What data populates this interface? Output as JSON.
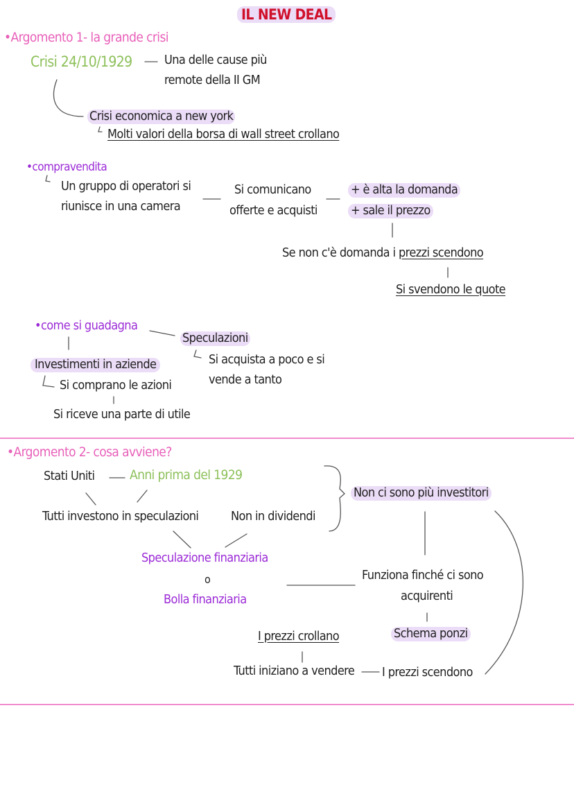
{
  "title": "IL NEW DEAL",
  "colors": {
    "title": "#d0102a",
    "section_heading": "#e85fb9",
    "subheading": "#9b2ad6",
    "date_accent": "#8dc05a",
    "highlight": "#ebdcf7",
    "divider": "#f08ccd",
    "text": "#1f1f1f"
  },
  "section1": {
    "heading": "•Argomento 1- la grande crisi",
    "date": "Crisi 24/10/1929",
    "dash": "—",
    "cause_line1": "Una delle cause più",
    "cause_line2": "remote della II GM",
    "crisis_ny": "Crisi economica a new york",
    "wall_street": "Molti valori della borsa di wall street crollano",
    "compravendita": {
      "heading": "•compravendita",
      "group_line1": "Un gruppo di operatori si",
      "group_line2": "riunisce in una camera",
      "comm_line1": "Si comunicano",
      "comm_line2": "offerte e acquisti",
      "demand_high": "+ è alta la domanda",
      "price_up": "+ sale il prezzo",
      "no_demand_prefix": "Se non c'è domanda i ",
      "no_demand_underlined": "prezzi scendono",
      "sell_off": "Si svendono le quote"
    },
    "guadagno": {
      "heading": "•come si guadagna",
      "speculation": "Speculazioni",
      "spec_line1": "Si acquista a poco e si",
      "spec_line2": "vende a tanto",
      "investment": "Investimenti in aziende",
      "buy_shares": "Si comprano le azioni",
      "profit": "Si riceve una parte di utile"
    }
  },
  "section2": {
    "heading": "•Argomento 2- cosa avviene?",
    "usa": "Stati Uniti",
    "years": "Anni prima del 1929",
    "all_invest": "Tutti investono in speculazioni",
    "no_dividends": "Non in dividendi",
    "no_investors": "Non ci sono più investitori",
    "fin_spec": "Speculazione finanziaria",
    "or": "o",
    "bubble": "Bolla finanziaria",
    "works_line1": "Funziona finché ci sono",
    "works_line2": "acquirenti",
    "ponzi": "Schema ponzi",
    "prices_crash": "I prezzi crollano",
    "all_sell": "Tutti iniziano a vendere",
    "prices_fall": "I prezzi scendono"
  }
}
